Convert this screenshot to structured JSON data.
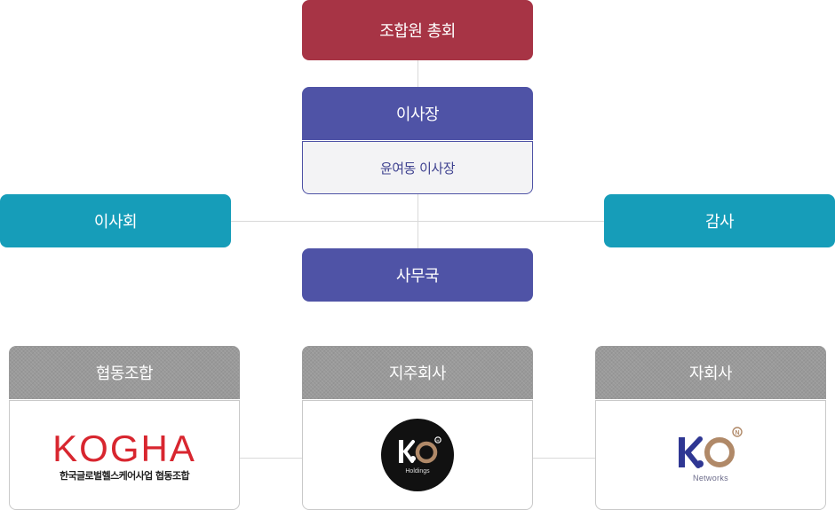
{
  "org": {
    "general_assembly": "조합원 총회",
    "chairman_title": "이사장",
    "chairman_name": "윤여동 이사장",
    "board": "이사회",
    "audit": "감사",
    "secretariat": "사무국",
    "cooperative": "협동조합",
    "holding": "지주회사",
    "subsidiary": "자회사"
  },
  "logos": {
    "kogha": {
      "word": "KOGHA",
      "subtitle": "한국글로벌헬스케어사업 협동조합",
      "color": "#d8262f"
    },
    "ko_holdings": {
      "mark": "KO",
      "sub": "Holdings",
      "accent": "#b08968"
    },
    "ko_networks": {
      "mark": "KO",
      "sub": "Networks",
      "accent": "#2f3793"
    }
  },
  "colors": {
    "general_assembly": "#a73445",
    "chairman": "#4f53a6",
    "board_audit": "#169db9",
    "grey_header": "#9a9a9a",
    "connector": "#d9d9d9"
  }
}
